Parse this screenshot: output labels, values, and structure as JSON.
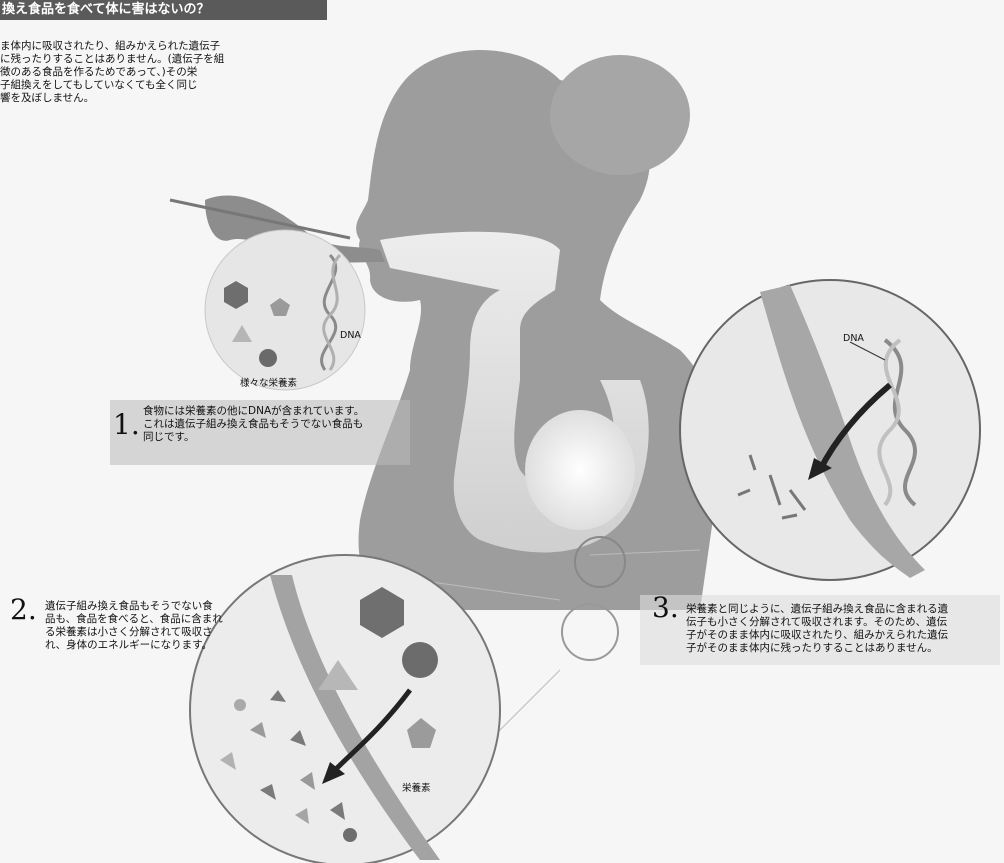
{
  "header": {
    "title": "換え食品を食べて体に害はないの？"
  },
  "intro": {
    "lines": [
      "ま体内に吸収されたり、組みかえられた遺伝子",
      "に残ったりすることはありません。(遺伝子を組",
      "徴のある食品を作るためであって、)その栄",
      "子組換えをしてもしていなくても全く同じ",
      "響を及ぼしません。"
    ]
  },
  "step1": {
    "number": "1.",
    "lines": [
      "食物には栄養素の他にDNAが含まれています。",
      "これは遺伝子組み換え食品もそうでない食品も",
      "同じです。"
    ]
  },
  "step2": {
    "number": "2.",
    "lines": [
      "遺伝子組み換え食品もそうでない食",
      "品も、食品を食べると、食品に含まれ",
      "る栄養素は小さく分解されて吸収さ",
      "れ、身体のエネルギーになります。"
    ]
  },
  "step3": {
    "number": "3.",
    "lines": [
      "栄養素と同じように、遺伝子組み換え食品に含まれる遺",
      "伝子も小さく分解されて吸収されます。そのため、遺伝",
      "子がそのまま体内に吸収されたり、組みかえられた遺伝",
      "子がそのまま体内に残ったりすることはありません。"
    ]
  },
  "labels": {
    "dna_food": "DNA",
    "nutrients_food": "様々な栄養素",
    "dna_zoom": "DNA",
    "nutrients_zoom": "栄養素"
  }
}
